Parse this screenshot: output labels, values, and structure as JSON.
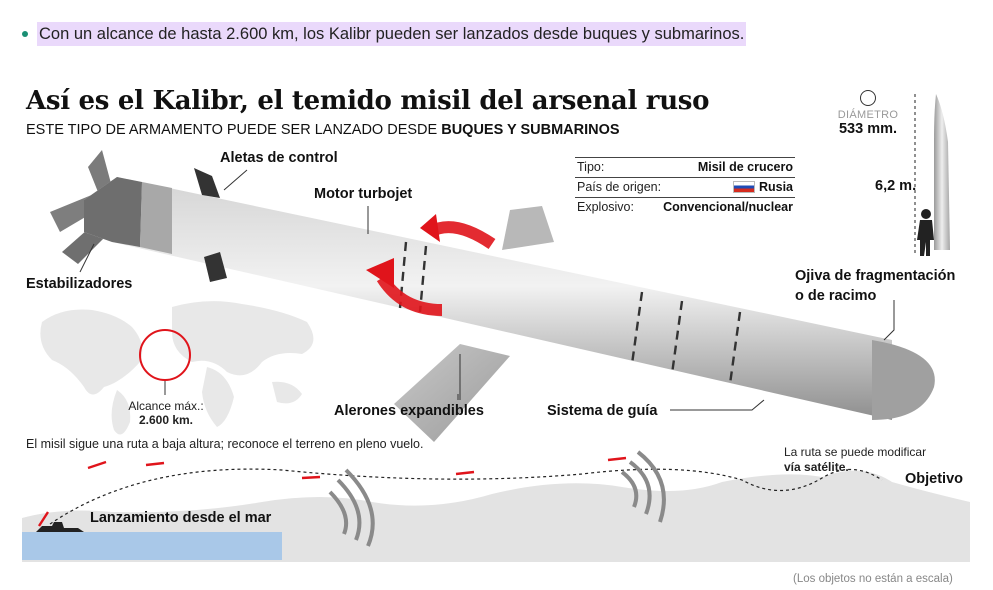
{
  "bullet": {
    "text": "Con un alcance de hasta 2.600 km, los Kalibr pueden ser lanzados desde buques y submarinos."
  },
  "infographic": {
    "title": "Así es el Kalibr, el temido misil del arsenal ruso",
    "subtitle_prefix": "ESTE TIPO DE ARMAMENTO PUEDE SER LANZADO DESDE ",
    "subtitle_bold": "BUQUES Y SUBMARINOS",
    "parts": {
      "aletas": "Aletas de control",
      "motor": "Motor turbojet",
      "estabilizadores": "Estabilizadores",
      "ojiva_line1": "Ojiva de fragmentación",
      "ojiva_line2": "o de racimo",
      "alerones": "Alerones expandibles",
      "guia": "Sistema de guía"
    },
    "specs": [
      {
        "key": "Tipo:",
        "value": "Misil de crucero",
        "flag": false
      },
      {
        "key": "País de origen:",
        "value": "Rusia",
        "flag": true
      },
      {
        "key": "Explosivo:",
        "value": "Convencional/nuclear",
        "flag": false
      }
    ],
    "diameter": {
      "label": "DIÁMETRO",
      "value": "533 mm."
    },
    "length": "6,2 m.",
    "range": {
      "label": "Alcance máx.:",
      "value": "2.600 km."
    },
    "route_note": "El misil sigue una ruta a baja altura; reconoce el terreno en pleno vuelo.",
    "satellite_note_line1": "La ruta se puede modificar",
    "satellite_note_line2": "vía satélite.",
    "objective": "Objetivo",
    "launch": "Lanzamiento desde el mar",
    "scale_note": "(Los objetos no están a escala)"
  },
  "colors": {
    "highlight": "#ead9fb",
    "bullet": "#1a8f74",
    "accent_red": "#e0141b",
    "sea": "#a9c8e8",
    "terrain": "#e2e2e2"
  }
}
